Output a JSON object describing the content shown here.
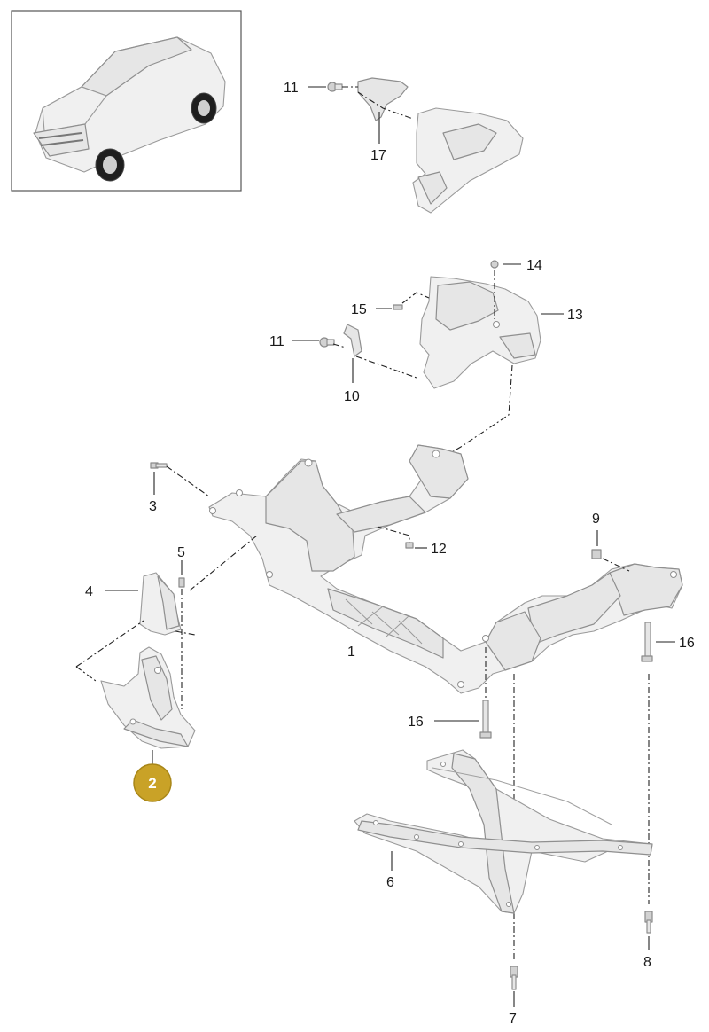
{
  "callouts": {
    "n1": "1",
    "n3": "3",
    "n4": "4",
    "n5": "5",
    "n6": "6",
    "n7": "7",
    "n8": "8",
    "n9": "9",
    "n10": "10",
    "n11a": "11",
    "n11b": "11",
    "n12": "12",
    "n13": "13",
    "n14": "14",
    "n15": "15",
    "n16a": "16",
    "n16b": "16",
    "n17": "17"
  },
  "highlight": {
    "label": "2",
    "color": "#c9a227"
  },
  "colors": {
    "part_fill": "#e6e6e6",
    "outline": "#8f8f8f",
    "badge": "#c9a227"
  }
}
